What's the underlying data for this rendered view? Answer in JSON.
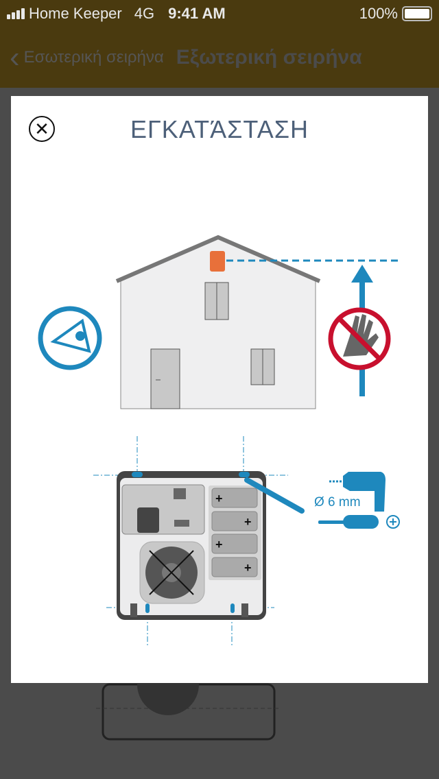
{
  "status_bar": {
    "carrier": "Home Keeper",
    "network": "4G",
    "time": "9:41 AM",
    "battery": "100%"
  },
  "nav": {
    "back_label": "Εσωτερική σειρήνα",
    "title": "Εξωτερική σειρήνα"
  },
  "modal": {
    "title": "ΕΓΚΑΤΆΣΤΑΣΗ",
    "drill_label": "Ø 6 mm",
    "close_icon": "close-circle-icon"
  },
  "colors": {
    "accent": "#1e88bd",
    "nav_bg": "#4a3a0f",
    "forbidden": "#c8102e"
  }
}
